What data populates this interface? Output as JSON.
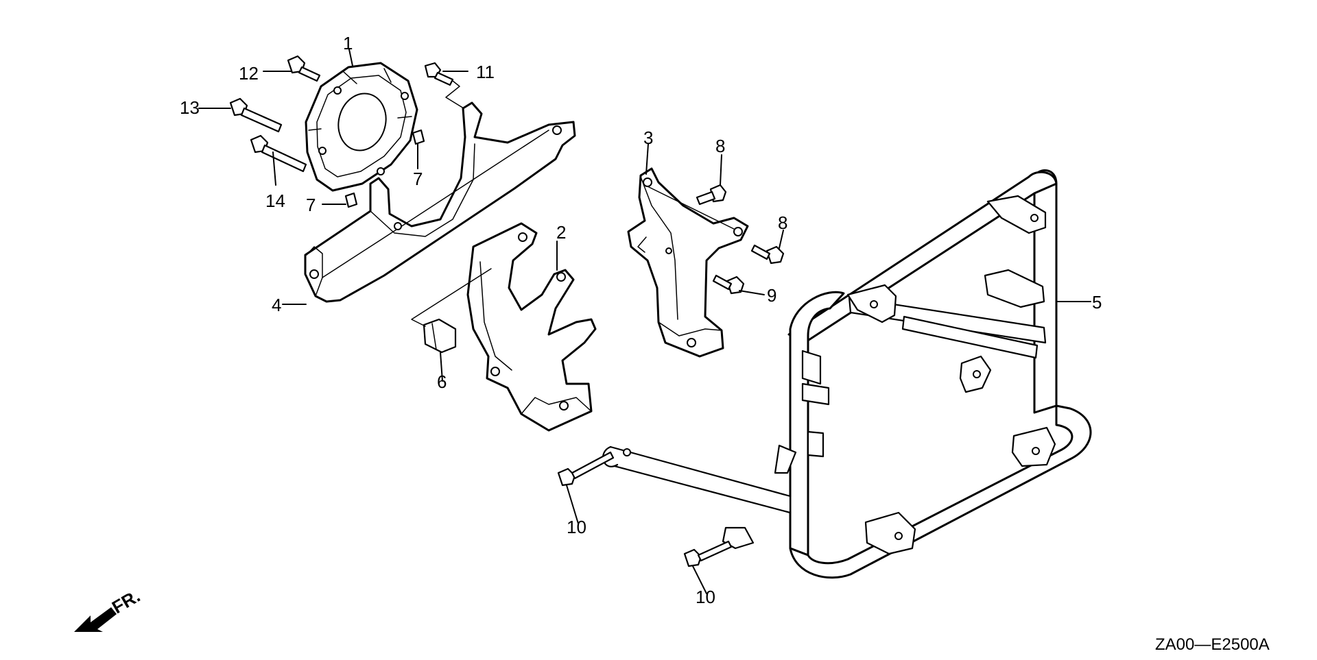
{
  "diagram": {
    "callouts": [
      {
        "id": "c1",
        "label": "1"
      },
      {
        "id": "c2",
        "label": "2"
      },
      {
        "id": "c3",
        "label": "3"
      },
      {
        "id": "c4",
        "label": "4"
      },
      {
        "id": "c5",
        "label": "5"
      },
      {
        "id": "c6",
        "label": "6"
      },
      {
        "id": "c7a",
        "label": "7"
      },
      {
        "id": "c7b",
        "label": "7"
      },
      {
        "id": "c8a",
        "label": "8"
      },
      {
        "id": "c8b",
        "label": "8"
      },
      {
        "id": "c9",
        "label": "9"
      },
      {
        "id": "c10a",
        "label": "10"
      },
      {
        "id": "c10b",
        "label": "10"
      },
      {
        "id": "c11",
        "label": "11"
      },
      {
        "id": "c12",
        "label": "12"
      },
      {
        "id": "c13",
        "label": "13"
      },
      {
        "id": "c14",
        "label": "14"
      }
    ],
    "direction_label": "FR.",
    "diagram_code": "ZA00—E2500A"
  }
}
